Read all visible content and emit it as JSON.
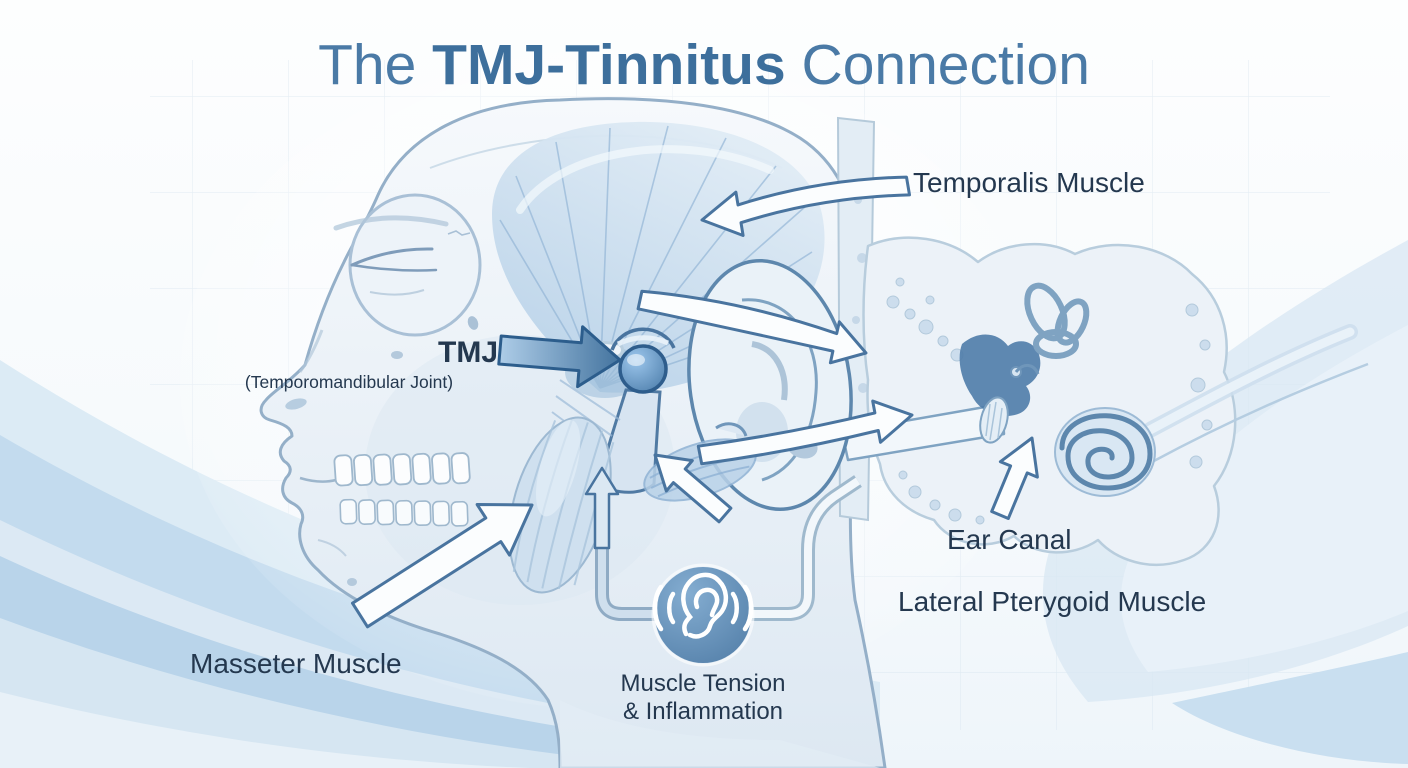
{
  "title": {
    "prefix": "The ",
    "highlight": "TMJ-Tinnitus",
    "suffix": " Connection"
  },
  "labels": {
    "temporalis": "Temporalis Muscle",
    "tmj": "TMJ",
    "tmj_sub": "(Temporomandibular Joint)",
    "ear_canal": "Ear Canal",
    "lateral_pterygoid": "Lateral Pterygoid Muscle",
    "masseter": "Masseter Muscle",
    "tension_line1": "Muscle Tension",
    "tension_line2": "& Inflammation"
  },
  "icons": {
    "tinnitus_badge": "ear-with-sound-waves-icon"
  },
  "colors": {
    "title-regular": "#4a7aa6",
    "title-bold": "#3d6f9c",
    "label-text": "#24384f",
    "badge-blue": "#5a86ad",
    "arrow-outline": "#49749f",
    "tmj-arrow-blue": "#4f81b0",
    "anatomy-line": "#5d87ad",
    "wave-light-blue": "#c5dcee",
    "background": "#f7fafd"
  }
}
